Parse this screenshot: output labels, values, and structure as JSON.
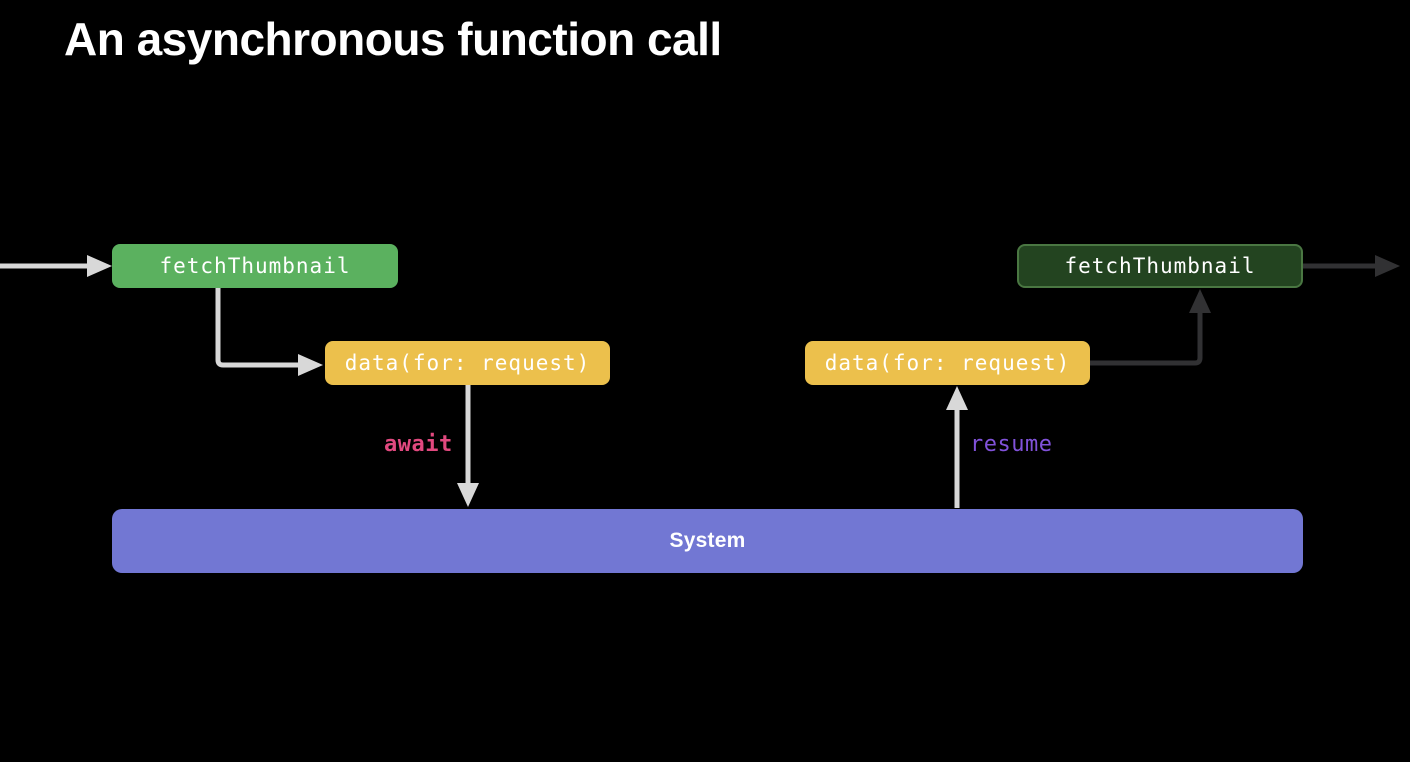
{
  "title": "An asynchronous function call",
  "colors": {
    "bg": "#000000",
    "box_green": "#5bb15f",
    "box_green_dark_fill": "#234420",
    "box_green_dark_border": "#4a7742",
    "box_yellow": "#ecc04c",
    "system_bar": "#7277d3",
    "arrow_light": "#d8d8d8",
    "arrow_dark": "#313133",
    "await_pink": "#e1497f",
    "resume_purple": "#8152da",
    "text": "#ffffff"
  },
  "diagram": {
    "boxes": {
      "fetch_left": {
        "label": "fetchThumbnail"
      },
      "data_left": {
        "label": "data(for: request)"
      },
      "data_right": {
        "label": "data(for: request)"
      },
      "fetch_right": {
        "label": "fetchThumbnail"
      },
      "system": {
        "label": "System"
      }
    },
    "annotations": {
      "await": {
        "label": "await",
        "color": "#e1497f"
      },
      "resume": {
        "label": "resume",
        "color": "#8152da"
      }
    }
  }
}
